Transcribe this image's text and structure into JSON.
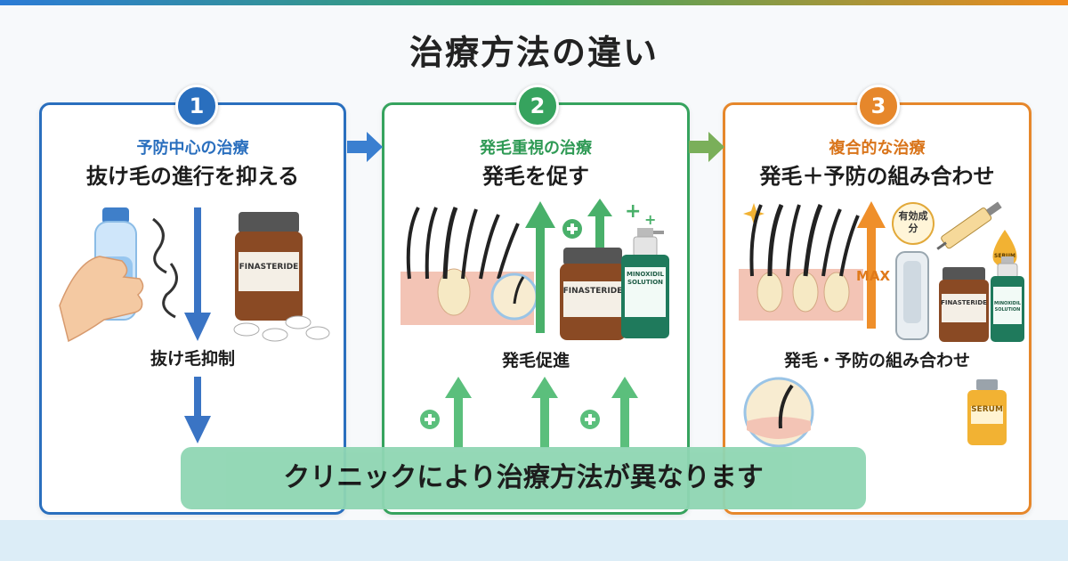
{
  "title": "治療方法の違い",
  "cards": [
    {
      "number": "1",
      "category": "予防中心の治療",
      "heading": "抜け毛の進行を抑える",
      "mid_label": "抜け毛抑制",
      "bottle_label": "FINASTERIDE",
      "color": "#2a6fbe"
    },
    {
      "number": "2",
      "category": "発毛重視の治療",
      "heading": "発毛を促す",
      "mid_label": "発毛促進",
      "bottle_label": "FINASTERIDE",
      "spray_label": "MINOXIDIL SOLUTION",
      "color": "#36a35e"
    },
    {
      "number": "3",
      "category": "複合的な治療",
      "heading": "発毛＋予防の組み合わせ",
      "mid_label": "発毛・予防の組み合わせ",
      "max_label": "MAX",
      "ingredient_label": "有効成分",
      "bottle_label": "FINASTERIDE",
      "spray_label": "MINOXIDIL SOLUTION",
      "serum_label": "SERUM",
      "color": "#e6872b"
    }
  ],
  "caption": "クリニックにより治療方法が異なります"
}
